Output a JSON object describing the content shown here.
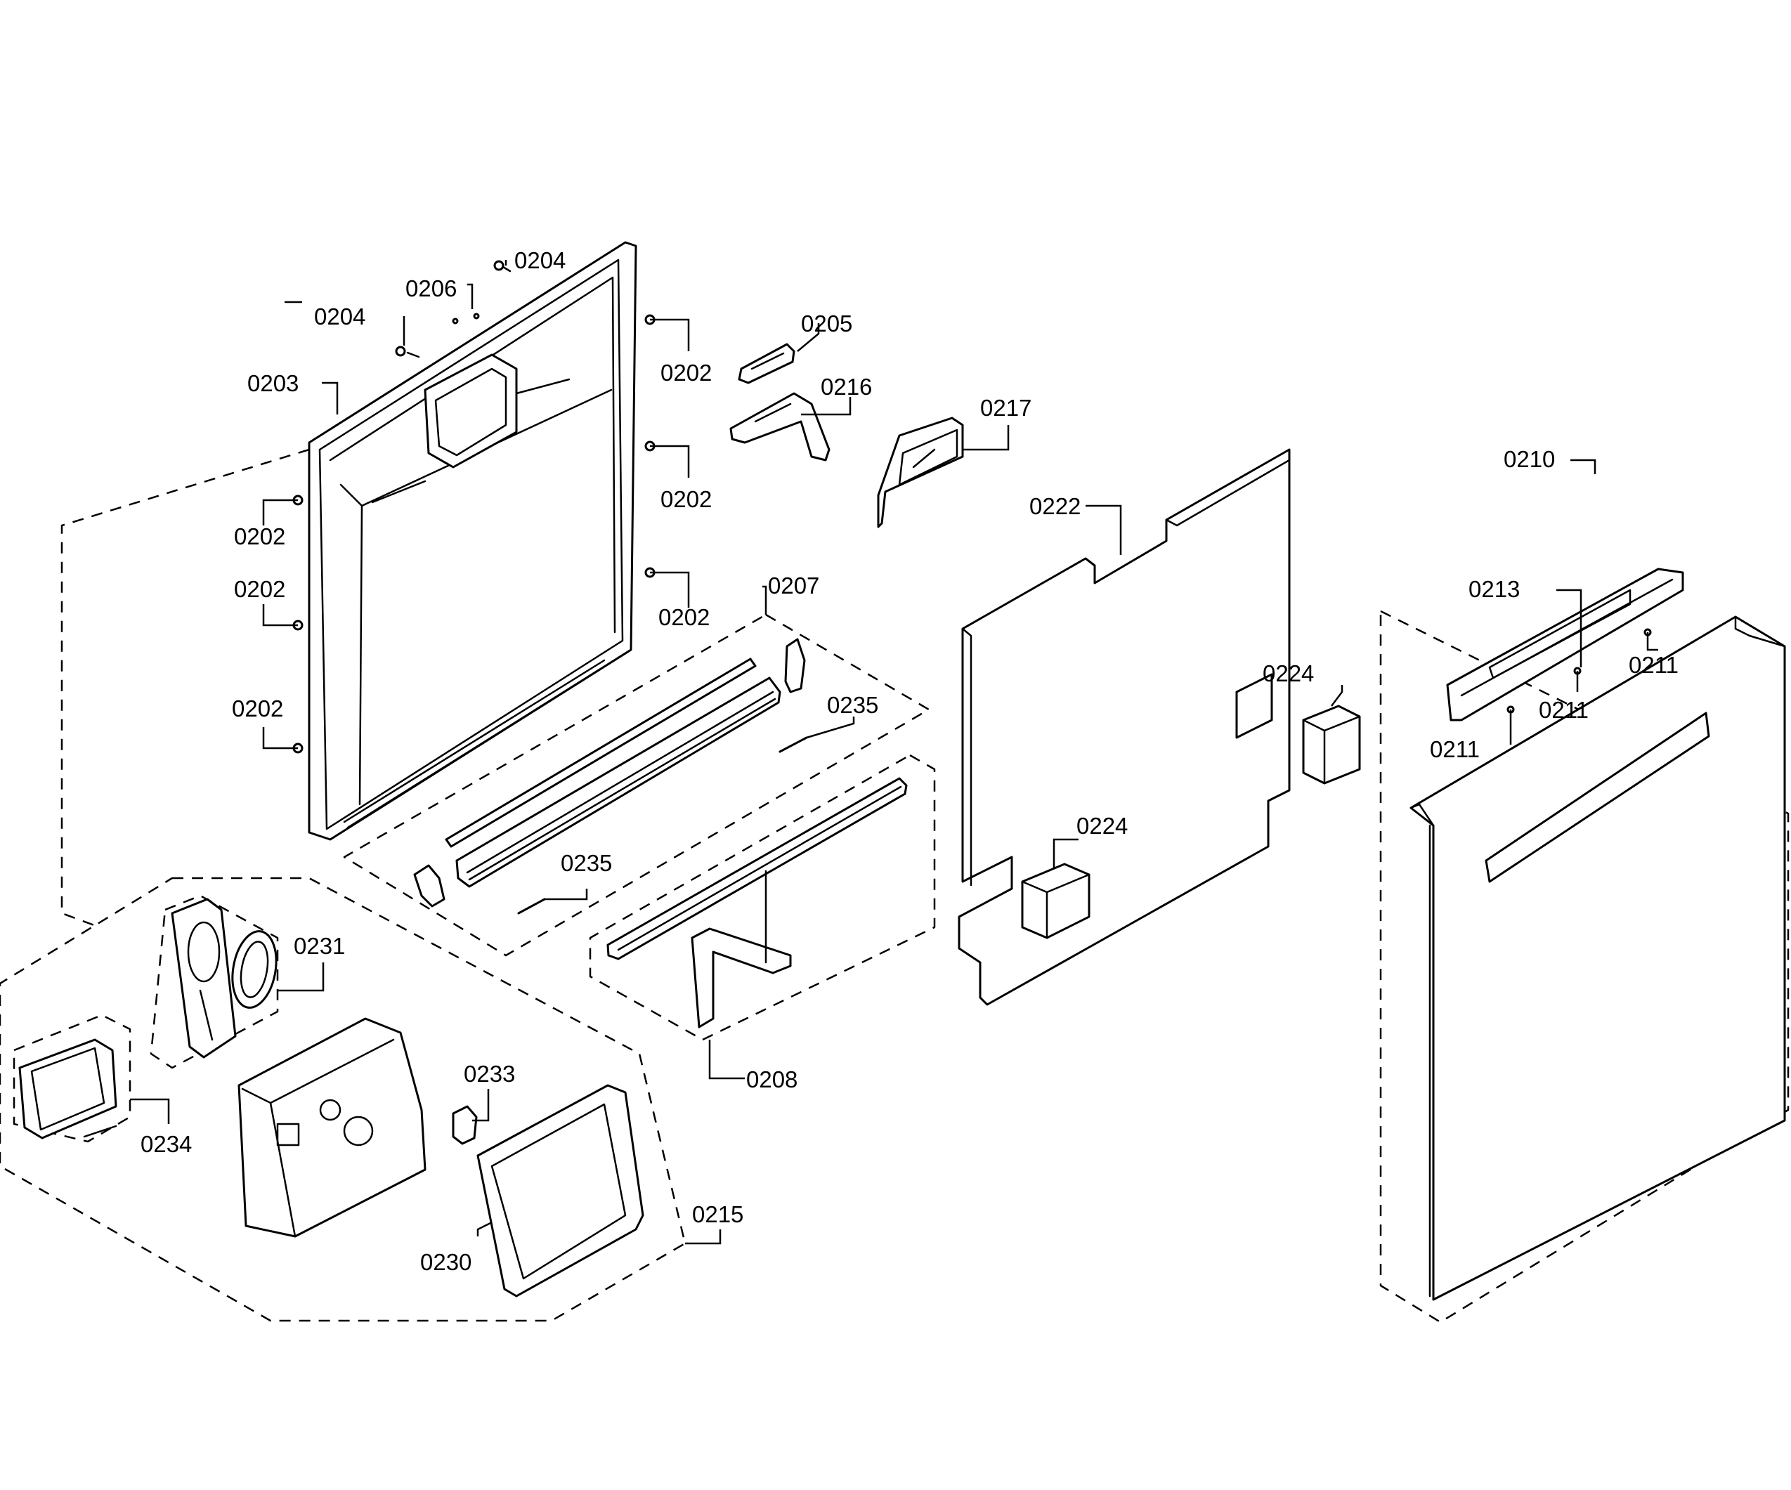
{
  "callouts": {
    "c0202a": "0202",
    "c0202b": "0202",
    "c0202c": "0202",
    "c0202d": "0202",
    "c0202e": "0202",
    "c0202f": "0202",
    "c0203": "0203",
    "c0204a": "0204",
    "c0204b": "0204",
    "c0205": "0205",
    "c0206": "0206",
    "c0207": "0207",
    "c0208": "0208",
    "c0210": "0210",
    "c0211a": "0211",
    "c0211b": "0211",
    "c0211c": "0211",
    "c0213": "0213",
    "c0215": "0215",
    "c0216": "0216",
    "c0217": "0217",
    "c0222": "0222",
    "c0224a": "0224",
    "c0224b": "0224",
    "c0230": "0230",
    "c0231": "0231",
    "c0233": "0233",
    "c0234": "0234",
    "c0235a": "0235",
    "c0235b": "0235"
  }
}
